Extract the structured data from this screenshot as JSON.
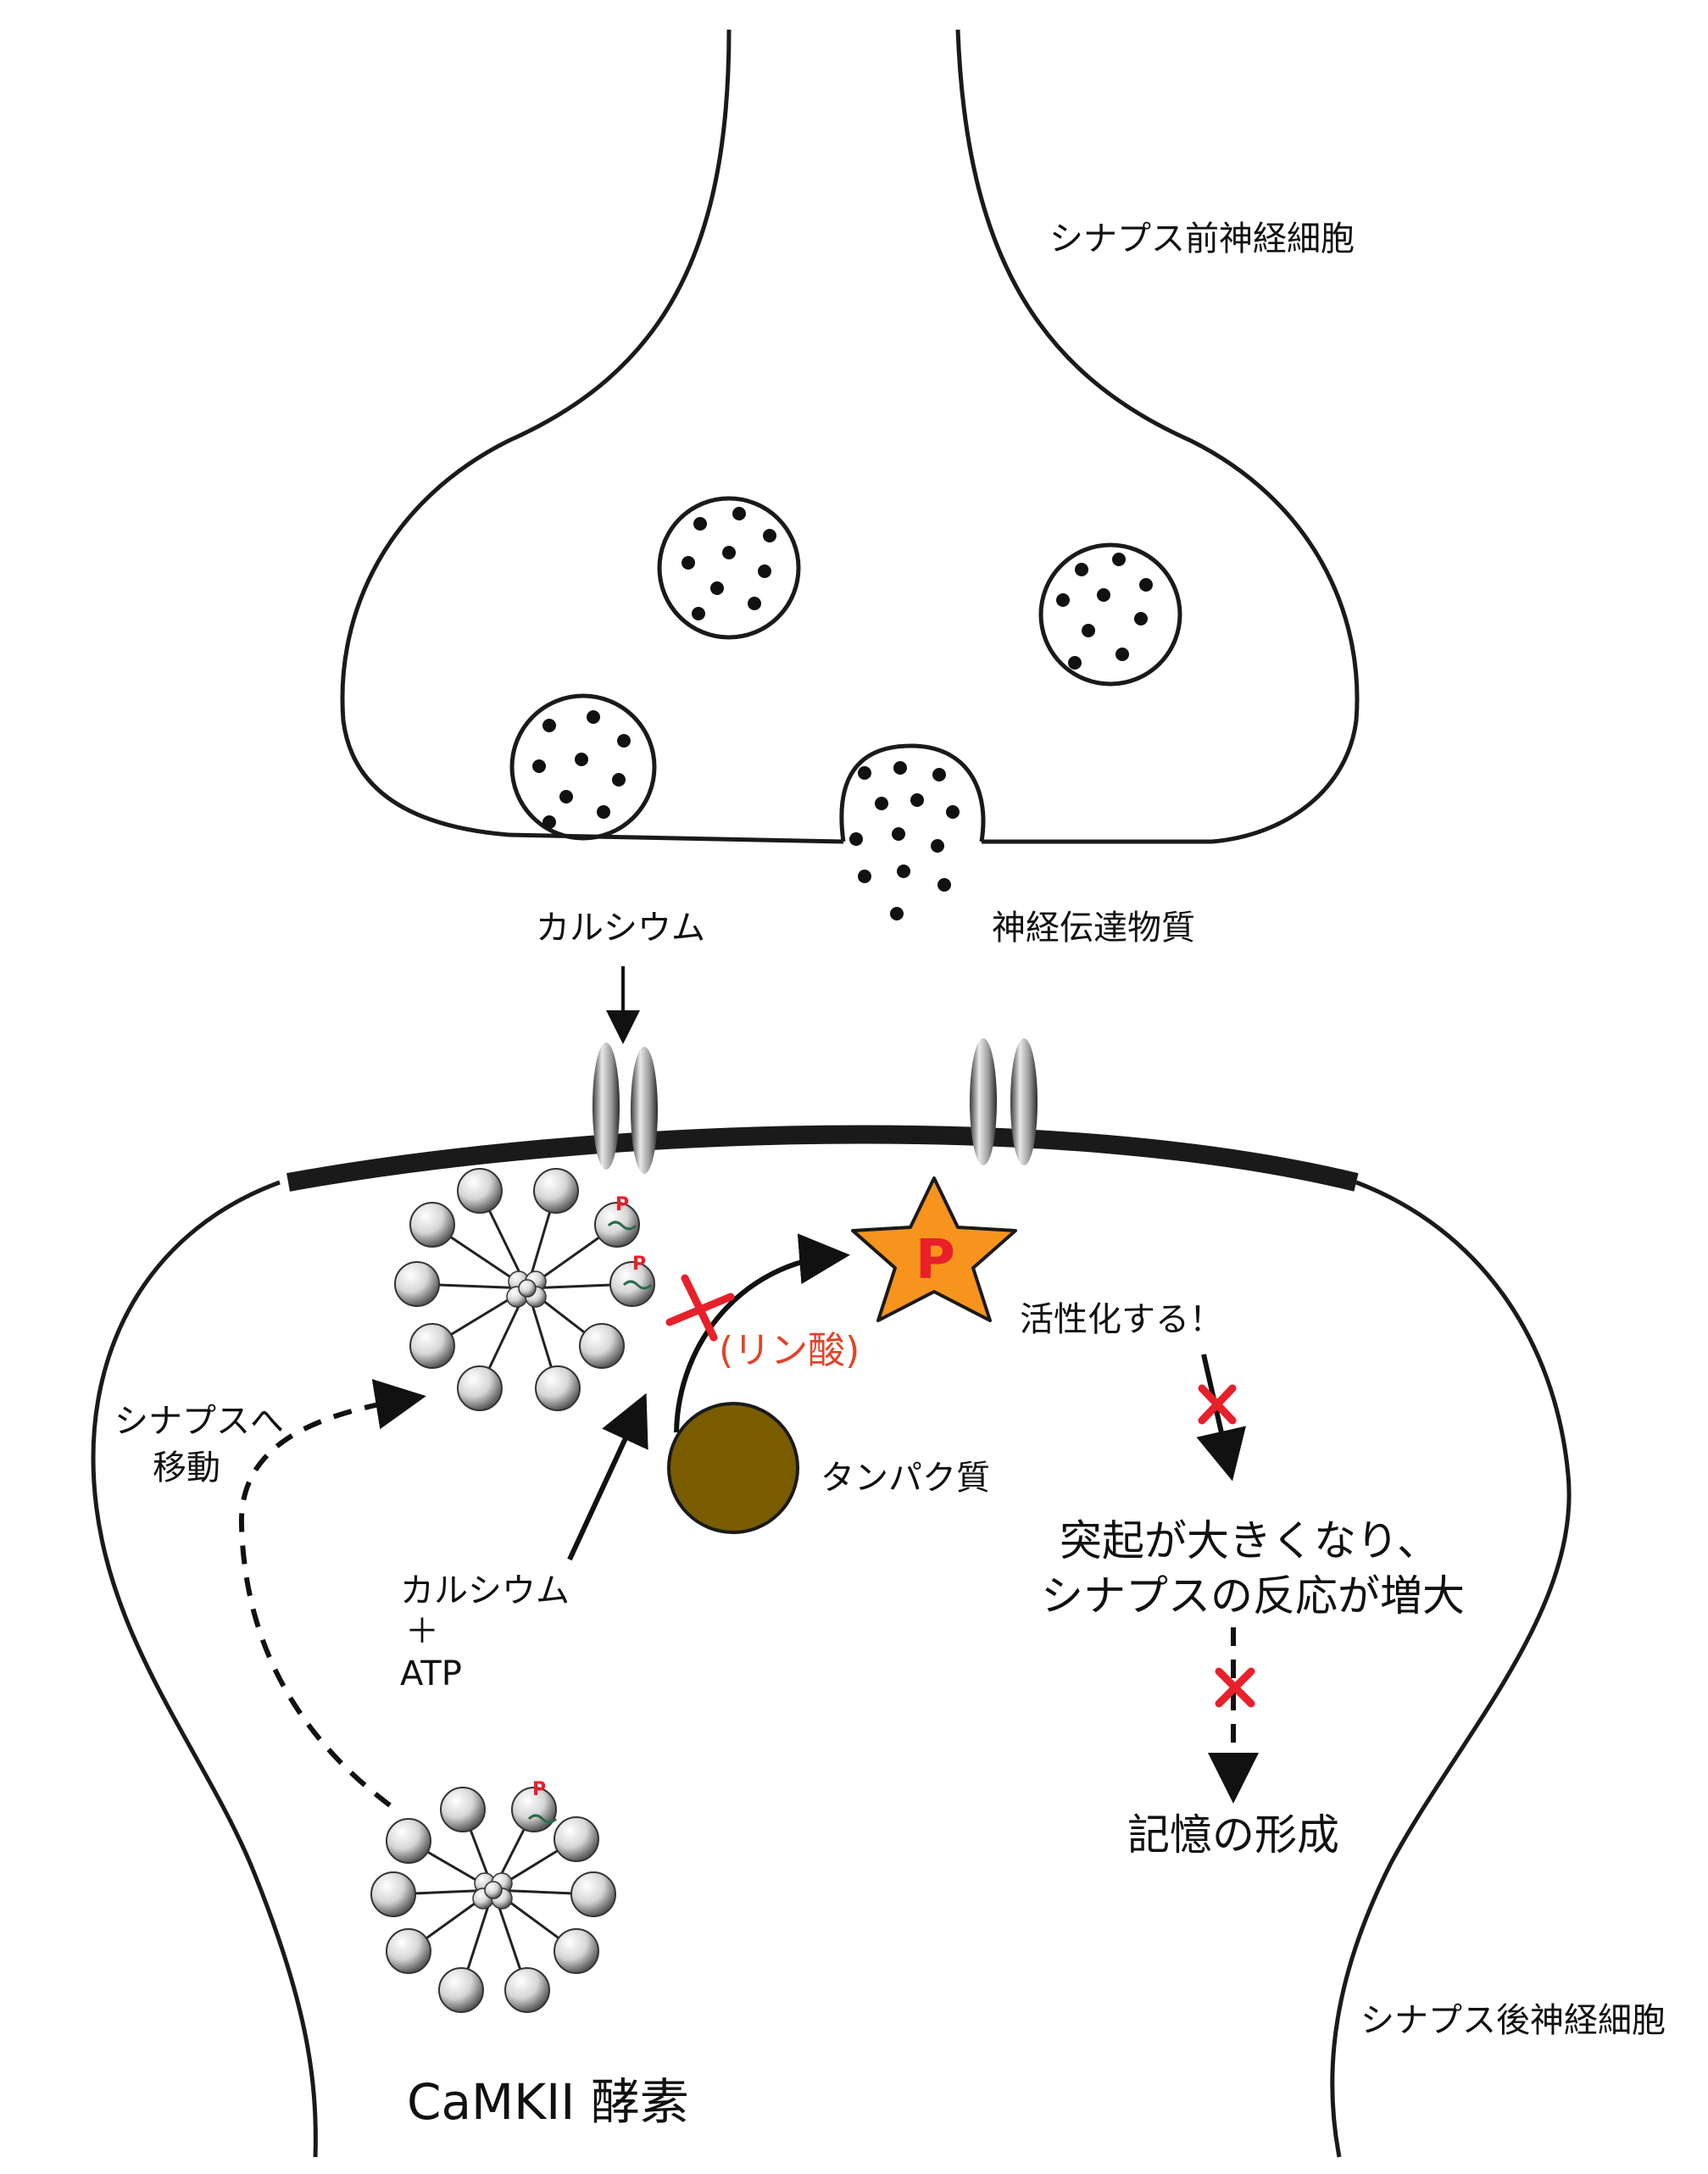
{
  "labels": {
    "presynaptic": "シナプス前神経細胞",
    "calcium_top": "カルシウム",
    "neurotransmitter": "神経伝達物質",
    "move_line1": "シナプスへ",
    "move_line2": "移動",
    "phosphate": "(リン酸)",
    "activate": "活性化する！",
    "protein": "タンパク質",
    "calcium_atp_line1": "カルシウム",
    "calcium_atp_line2": "＋",
    "calcium_atp_line3": "ATP",
    "effect_line1": "突起が大きくなり、",
    "effect_line2": "シナプスの反応が増大",
    "memory": "記憶の形成",
    "enzyme": "CaMKII 酵素",
    "postsynaptic": "シナプス後神経細胞",
    "p_mark": "P"
  },
  "colors": {
    "outline": "#1a1a1a",
    "star": "#f7941d",
    "protein": "#7a5c00",
    "cross": "#e8202a",
    "phosphate_text": "#e0452a"
  },
  "icons": {
    "vesicle": "vesicle-icon",
    "channel": "ion-channel-icon",
    "enzyme": "camkii-enzyme-icon",
    "star": "phosphorylated-protein-star-icon",
    "cross": "blocked-cross-icon"
  }
}
